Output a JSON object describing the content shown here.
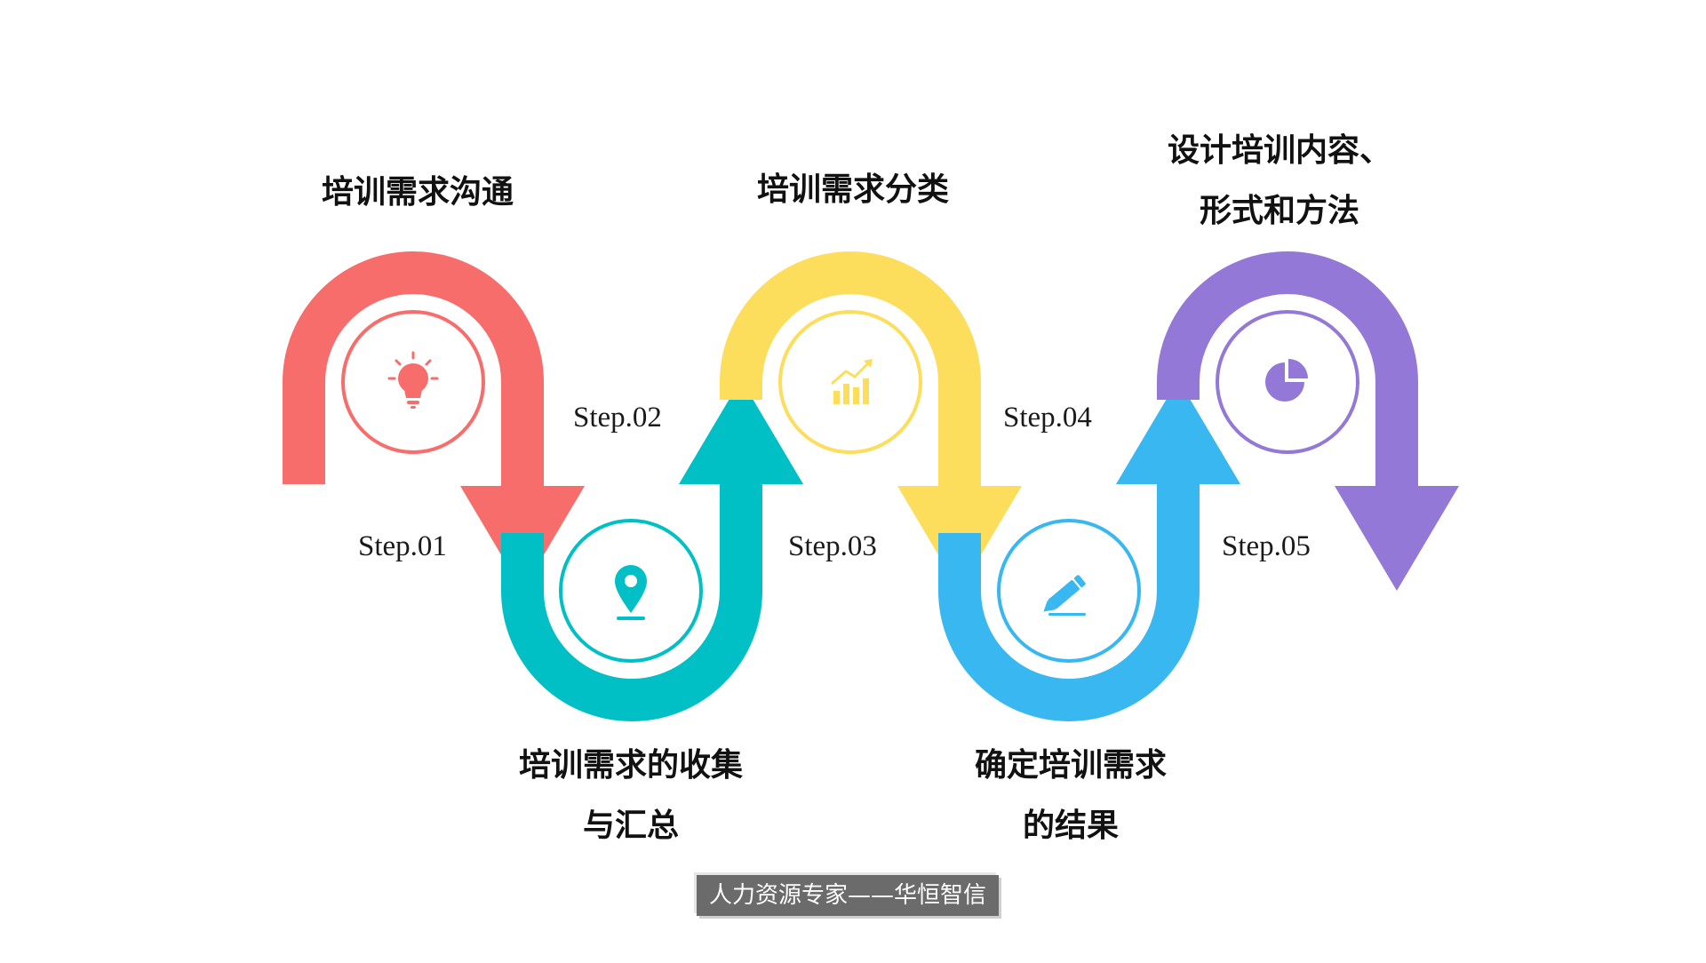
{
  "colors": {
    "step1": "#F76D6C",
    "step2": "#00C0C6",
    "step3": "#FDDD5C",
    "step4": "#38B7F0",
    "step5": "#9378D8"
  },
  "steps": [
    {
      "label": "Step.01",
      "title_lines": [
        "培训需求沟通"
      ],
      "icon": "lightbulb-icon"
    },
    {
      "label": "Step.02",
      "title_lines": [
        "培训需求的收集",
        "与汇总"
      ],
      "icon": "map-pin-icon"
    },
    {
      "label": "Step.03",
      "title_lines": [
        "培训需求分类"
      ],
      "icon": "bar-chart-icon"
    },
    {
      "label": "Step.04",
      "title_lines": [
        "确定培训需求",
        "的结果"
      ],
      "icon": "pencil-icon"
    },
    {
      "label": "Step.05",
      "title_lines": [
        "设计培训内容、",
        "形式和方法"
      ],
      "icon": "pie-chart-icon"
    }
  ],
  "watermark": "人力资源专家——华恒智信"
}
